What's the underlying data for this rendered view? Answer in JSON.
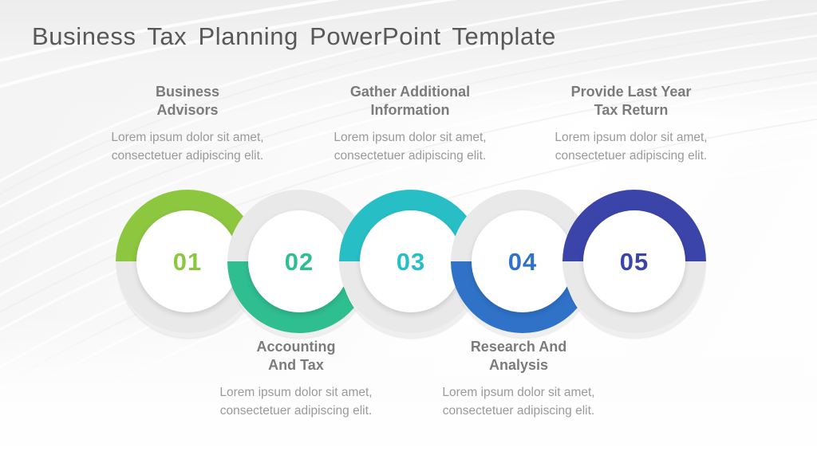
{
  "slide": {
    "title": "Business Tax Planning PowerPoint Template",
    "background_color": "#f7f7f7",
    "ring_grey": "#efefef"
  },
  "body_text": "Lorem ipsum dolor sit amet, consectetuer adipiscing elit.",
  "steps": [
    {
      "number": "01",
      "heading": "Business Advisors",
      "heading_line1": "Business",
      "heading_line2": "Advisors",
      "body": "Lorem ipsum dolor sit amet, consectetuer adipiscing elit.",
      "color": "#8dc63f",
      "arc": "top",
      "label_position": "top"
    },
    {
      "number": "02",
      "heading": "Accounting And Tax",
      "heading_line1": "Accounting",
      "heading_line2": "And Tax",
      "body": "Lorem ipsum dolor sit amet, consectetuer adipiscing elit.",
      "color": "#2fbe90",
      "arc": "bottom",
      "label_position": "bottom"
    },
    {
      "number": "03",
      "heading": "Gather Additional Information",
      "heading_line1": "Gather Additional",
      "heading_line2": "Information",
      "body": "Lorem ipsum dolor sit amet, consectetuer adipiscing elit.",
      "color": "#27bfc5",
      "arc": "top",
      "label_position": "top"
    },
    {
      "number": "04",
      "heading": "Research And Analysis",
      "heading_line1": "Research And",
      "heading_line2": "Analysis",
      "body": "Lorem ipsum dolor sit amet, consectetuer adipiscing elit.",
      "color": "#2f72c8",
      "arc": "bottom",
      "label_position": "bottom"
    },
    {
      "number": "05",
      "heading": "Provide Last Year Tax Return",
      "heading_line1": "Provide Last Year",
      "heading_line2": "Tax Return",
      "body": "Lorem ipsum dolor sit amet, consectetuer adipiscing elit.",
      "color": "#3b44a8",
      "arc": "top",
      "label_position": "top"
    }
  ]
}
